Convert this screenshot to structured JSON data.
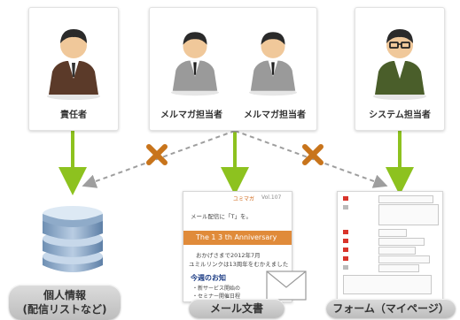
{
  "roles": [
    {
      "label": "責任者"
    },
    {
      "label": "メルマガ担当者"
    },
    {
      "label": "メルマガ担当者"
    },
    {
      "label": "システム担当者"
    }
  ],
  "destinations": {
    "db": {
      "label_line1": "個人情報",
      "label_line2": "(配信リストなど)"
    },
    "mail": {
      "label": "メール文書"
    },
    "form": {
      "label": "フォーム（マイページ）"
    }
  },
  "newsletter": {
    "header_brand": "ユミマガ",
    "header_vol": "Vol.107",
    "intro": "メール配信に「T」を。",
    "banner": "The 1 3 th Anniversary",
    "line1": "おかげさまで2012年7月",
    "line2": "ユミルリンクは13周年をむかえました",
    "section_title": "今週のお知",
    "bullet1": "・新サービス開始の",
    "bullet2": "・セミナー開催日程"
  },
  "colors": {
    "arrow_green": "#8dc21f",
    "arrow_dashed": "#9e9e9e",
    "cross": "#c8741b",
    "banner": "#e08b3a"
  }
}
